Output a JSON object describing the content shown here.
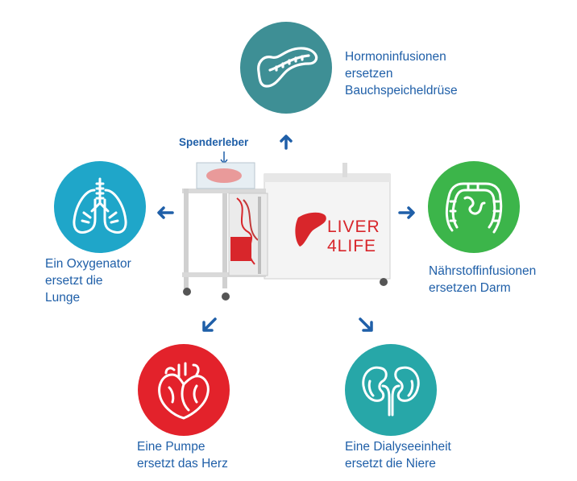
{
  "organs": {
    "pancreas": {
      "line1": "Hormoninfusionen",
      "line2": "ersetzen",
      "line3": "Bauchspeicheldrüse",
      "icon": "pancreas-icon",
      "color": "#3e8f95"
    },
    "lung": {
      "line1": "Ein Oxygenator",
      "line2": "ersetzt die",
      "line3": "Lunge",
      "icon": "lungs-icon",
      "color": "#1fa6c9"
    },
    "intestine": {
      "line1": "Nährstoffinfusionen",
      "line2": "ersetzen Darm",
      "icon": "intestine-icon",
      "color": "#3cb54a"
    },
    "heart": {
      "line1": "Eine Pumpe",
      "line2": "ersetzt das Herz",
      "icon": "heart-icon",
      "color": "#e3222b"
    },
    "kidney": {
      "line1": "Eine Dialyseeinheit",
      "line2": "ersetzt die Niere",
      "icon": "kidney-icon",
      "color": "#27a7a8"
    }
  },
  "machine": {
    "donor_label": "Spenderleber",
    "brand_line1": "LIVER",
    "brand_line2": "4LIFE"
  },
  "colors": {
    "text": "#1f5fa8",
    "arrow": "#1f5fa8",
    "brand": "#d8262b"
  }
}
